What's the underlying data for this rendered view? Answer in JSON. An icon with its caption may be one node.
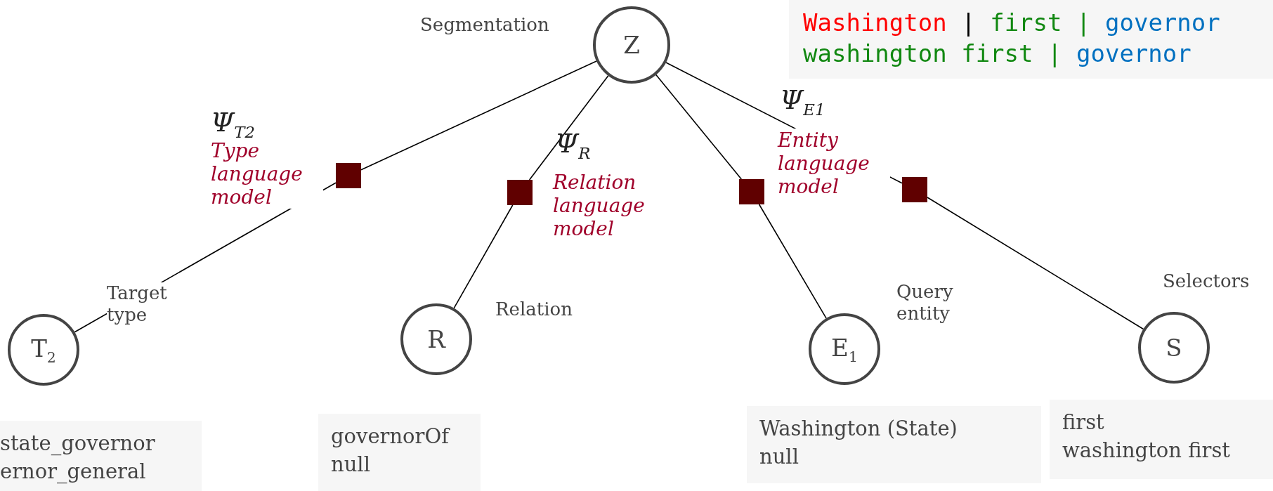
{
  "diagram": {
    "nodes": [
      {
        "text": [
          "Z"
        ],
        "beside": [
          "Segmentation"
        ]
      },
      {
        "text": [
          "Washington",
          "|",
          "first",
          "|",
          "governor",
          "washington first",
          "|",
          "governor"
        ]
      },
      {
        "text": [],
        "shape": "box",
        "beside": [
          "Ψ$_{T2}$",
          "Type language model"
        ]
      },
      {
        "text": [],
        "shape": "box",
        "beside": [
          "Ψ$_{R}$",
          "Relation language model"
        ]
      },
      {
        "text": [],
        "shape": "box",
        "beside": [
          "Ψ$_{E1}$",
          "Entity language model"
        ]
      },
      {
        "text": [],
        "shape": "box"
      },
      {
        "text": [
          "T$_{2}$"
        ],
        "beside": [
          "Target type"
        ]
      },
      {
        "text": [
          "R"
        ],
        "beside": [
          "Relation"
        ]
      },
      {
        "text": [
          "E$_{1}$"
        ],
        "beside": [
          "Query entity"
        ]
      },
      {
        "text": [
          "S"
        ],
        "beside": [
          "Selectors"
        ]
      },
      {
        "text": [
          "state_governor",
          "ernor_general"
        ]
      },
      {
        "text": [
          "governorOf",
          "null"
        ]
      },
      {
        "text": [
          "Washington (State)",
          "null"
        ]
      },
      {
        "text": [
          "first",
          "washington first"
        ]
      }
    ],
    "edges": [
      {
        "from": 0,
        "to": 2,
        "arrow": "none"
      },
      {
        "from": 2,
        "to": 6,
        "arrow": "none"
      },
      {
        "from": 0,
        "to": 3,
        "arrow": "none"
      },
      {
        "from": 3,
        "to": 7,
        "arrow": "none"
      },
      {
        "from": 0,
        "to": 4,
        "arrow": "none"
      },
      {
        "from": 4,
        "to": 8,
        "arrow": "none"
      },
      {
        "from": 0,
        "to": 5,
        "arrow": "none"
      },
      {
        "from": 5,
        "to": 9,
        "arrow": "none"
      }
    ]
  }
}
